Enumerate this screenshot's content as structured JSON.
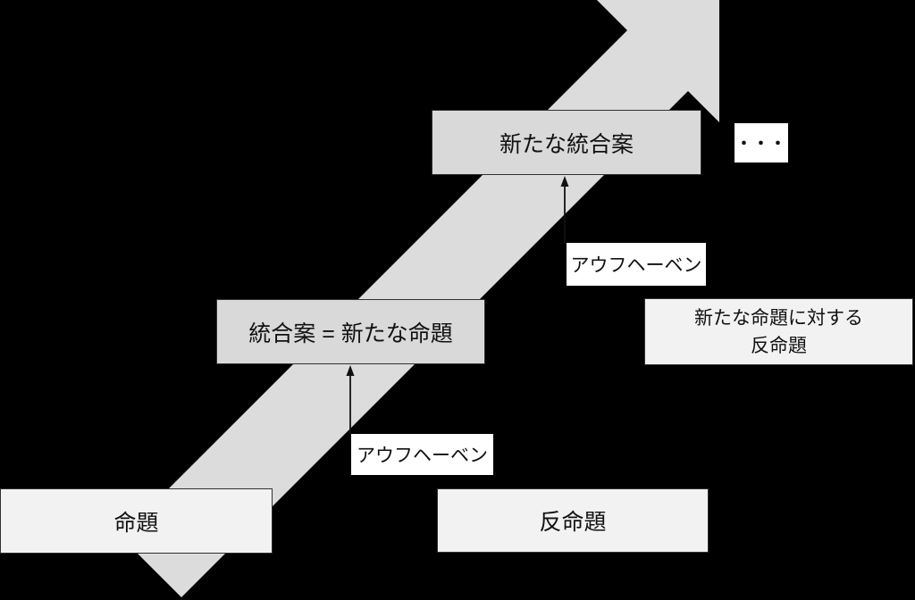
{
  "diagram": {
    "colors": {
      "background": "#000000",
      "arrow_fill": "#dcdcdc",
      "stage_box_fill": "#d9d9d9",
      "base_box_fill": "#f2f2f2",
      "label_fill": "#ffffff",
      "box_border": "#303030",
      "text": "#111111"
    },
    "boxes": {
      "thesis": {
        "label": "命題"
      },
      "antithesis": {
        "label": "反命題"
      },
      "synthesis": {
        "label": "統合案 = 新たな命題"
      },
      "new_synthesis": {
        "label": "新たな統合案"
      },
      "new_antithesis": {
        "line1": "新たな命題に対する",
        "line2": "反命題"
      }
    },
    "annotations": {
      "aufheben_lower": {
        "label": "アウフヘーベン"
      },
      "aufheben_upper": {
        "label": "アウフヘーベン"
      },
      "continuation": {
        "label": "・・・"
      }
    }
  }
}
